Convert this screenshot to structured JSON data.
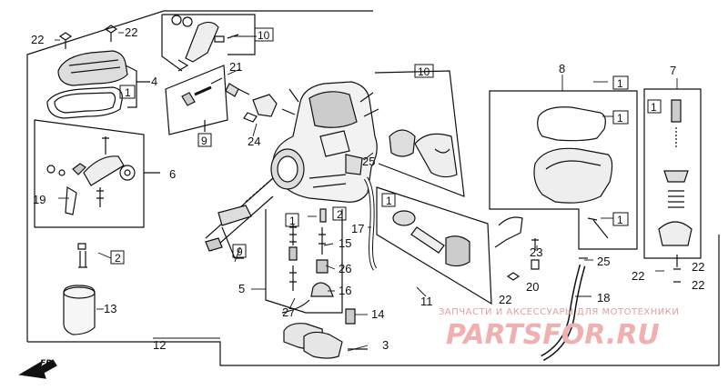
{
  "callouts": {
    "c22_tl": "22",
    "c22_tl2": "22",
    "c4": "4",
    "c1_gasket": "1",
    "c10_top": "10",
    "c21": "21",
    "c9_top": "9",
    "c24": "24",
    "c10_mid": "10",
    "c6": "6",
    "c19": "19",
    "c25_mid": "25",
    "c2_left": "2",
    "c13": "13",
    "c12": "12",
    "c9_mid": "9",
    "c1_jet": "1",
    "c2_jet": "2",
    "c17": "17",
    "c15": "15",
    "c5": "5",
    "c26": "26",
    "c16": "16",
    "c27": "27",
    "c14": "14",
    "c3": "3",
    "c1_pump": "1",
    "c11": "11",
    "c8": "8",
    "c1_b1": "1",
    "c1_b2": "1",
    "c1_b3": "1",
    "c23": "23",
    "c22_bm": "22",
    "c20": "20",
    "c25_right": "25",
    "c18": "18",
    "c7": "7",
    "c1_r": "1",
    "c22_r1": "22",
    "c22_r2": "22",
    "c22_r3": "22"
  },
  "watermark": {
    "line1": "ЗАПЧАСТИ И АКСЕССУАРЫ ДЛЯ МОТОТЕХНИКИ",
    "line2": "PARTSFOR.RU"
  },
  "direction_label": "FR."
}
